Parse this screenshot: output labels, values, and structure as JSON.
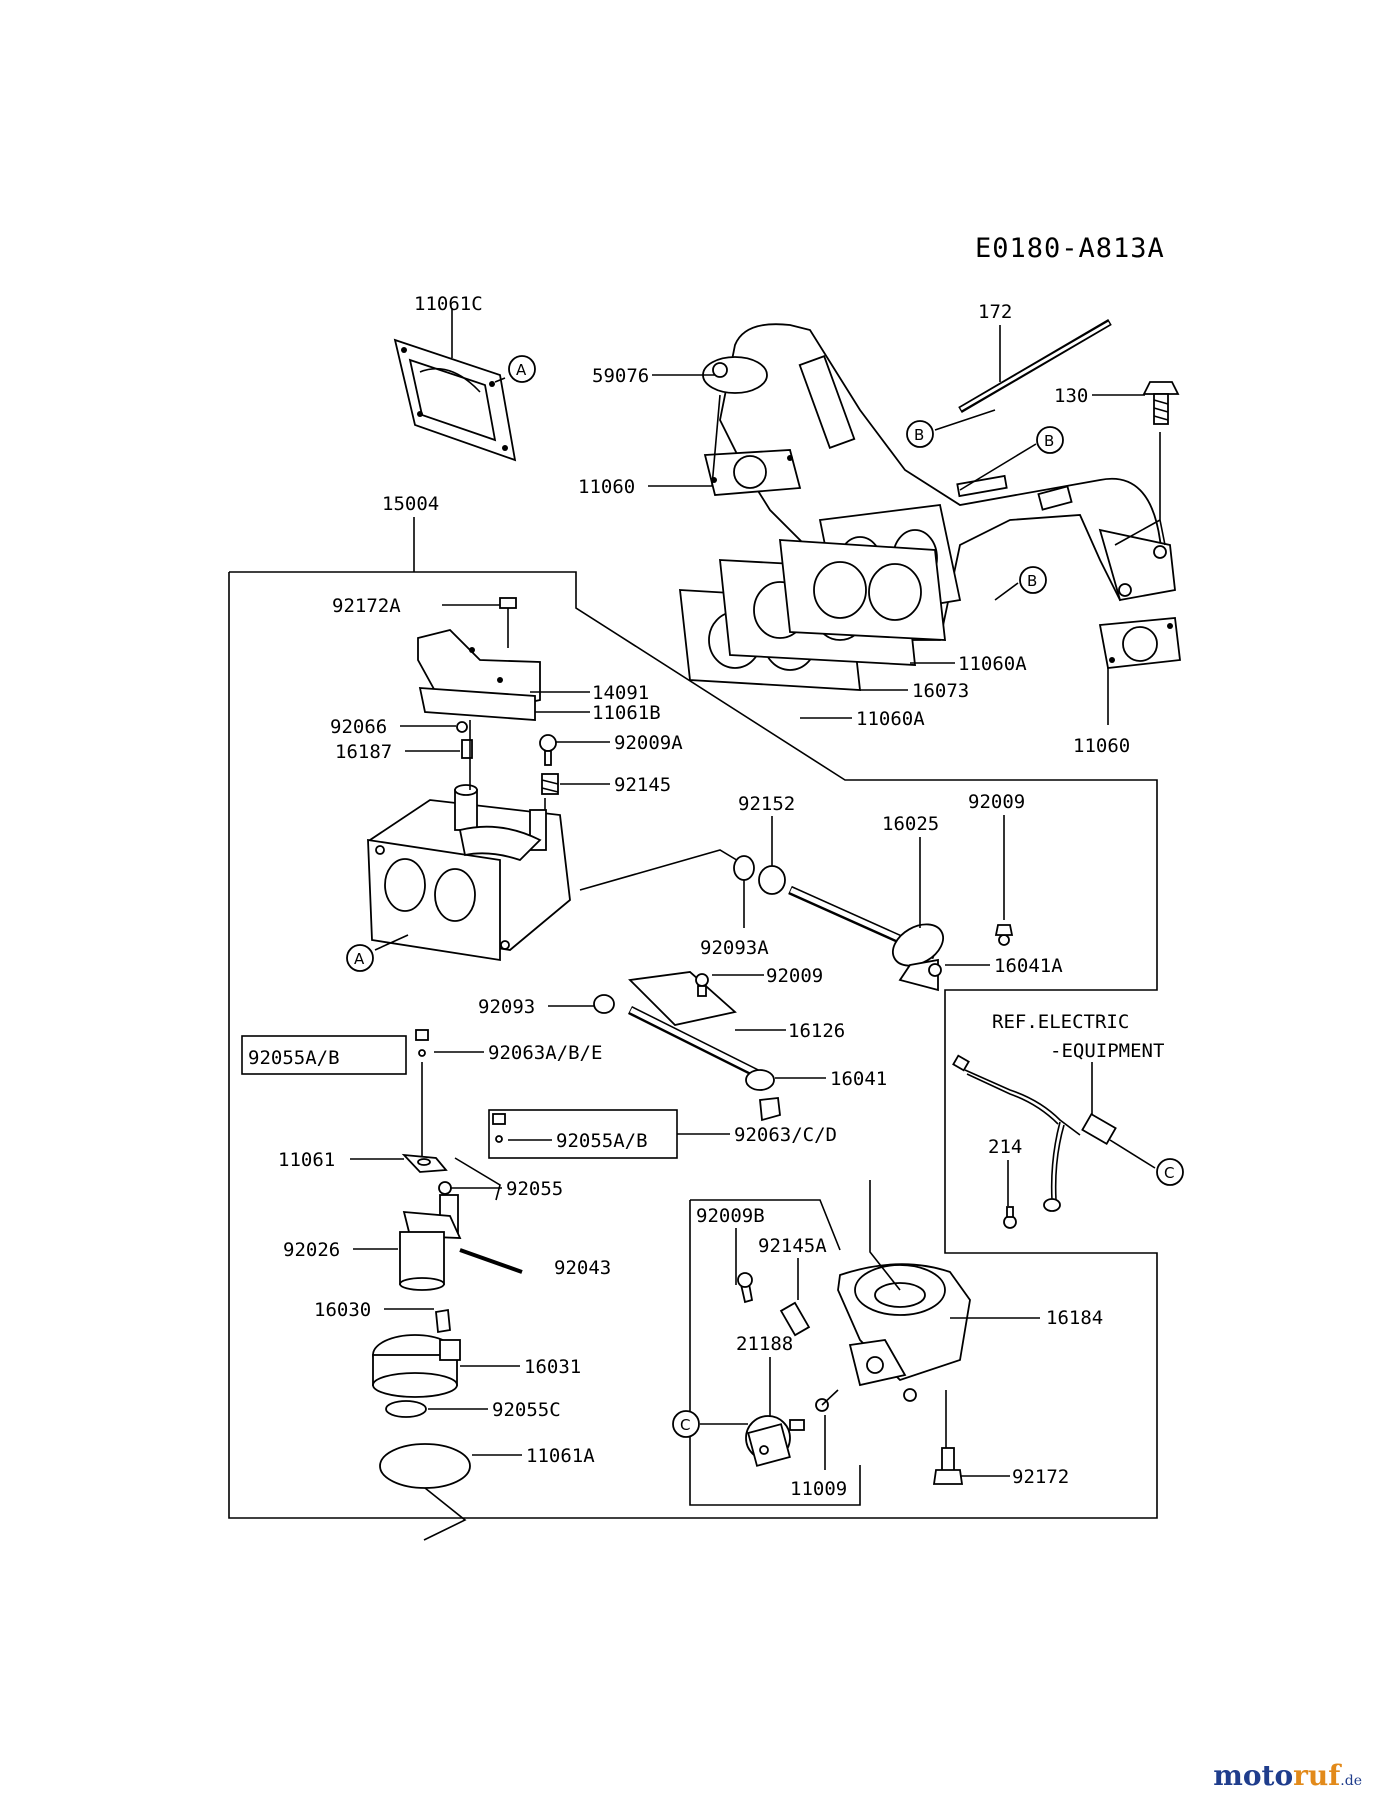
{
  "diagram_code": "E0180-A813A",
  "callouts": {
    "p11061C": "11061C",
    "p59076": "59076",
    "p172": "172",
    "p130": "130",
    "p11060_top": "11060",
    "p15004": "15004",
    "p92172A": "92172A",
    "p14091": "14091",
    "p11061B": "11061B",
    "p92066": "92066",
    "p16187": "16187",
    "p92009A": "92009A",
    "p92145": "92145",
    "p11060A_1": "11060A",
    "p16073": "16073",
    "p11060A_2": "11060A",
    "p11060_right": "11060",
    "p92152": "92152",
    "p16025": "16025",
    "p92009_top": "92009",
    "p92093A": "92093A",
    "p16041A": "16041A",
    "p92009_mid": "92009",
    "p92093": "92093",
    "p16126": "16126",
    "p92055AB_1": "92055A/B",
    "p92063ABE": "92063A/B/E",
    "p16041": "16041",
    "p92055AB_2": "92055A/B",
    "p92063CD": "92063/C/D",
    "p11061": "11061",
    "p92055": "92055",
    "p92026": "92026",
    "p92043": "92043",
    "p16030": "16030",
    "p16031": "16031",
    "p92055C": "92055C",
    "p11061A": "11061A",
    "p92009B": "92009B",
    "p92145A": "92145A",
    "p21188": "21188",
    "p16184": "16184",
    "p11009": "11009",
    "p92172": "92172",
    "p214": "214"
  },
  "reference_note": {
    "line1": "REF.ELECTRIC",
    "line2": "-EQUIPMENT"
  },
  "markers": {
    "A": "A",
    "B": "B",
    "C": "C"
  },
  "watermark": {
    "main": "moto",
    "accent": "ruf",
    "tld": ".de"
  }
}
